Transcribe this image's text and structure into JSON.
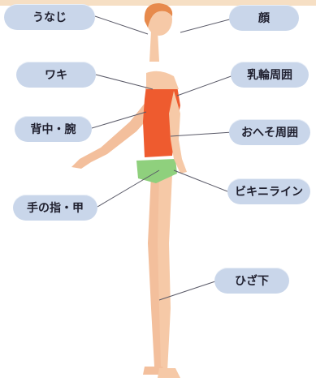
{
  "colors": {
    "label_fill": "#c9d6ea",
    "leader_line": "#5a5a68",
    "top_strip": "#f6dfc4",
    "skin": "#f6c9a7",
    "hair": "#e78a4c",
    "top": "#ee5b2f",
    "shorts": "#8fd07d"
  },
  "labels": {
    "unaji": "うなじ",
    "face": "顔",
    "armpit": "ワキ",
    "nipple_area": "乳輪周囲",
    "back_arm": "背中・腕",
    "navel_area": "おへそ周囲",
    "bikini_line": "ビキニライン",
    "fingers": "手の指・甲",
    "below_knee": "ひざ下"
  }
}
